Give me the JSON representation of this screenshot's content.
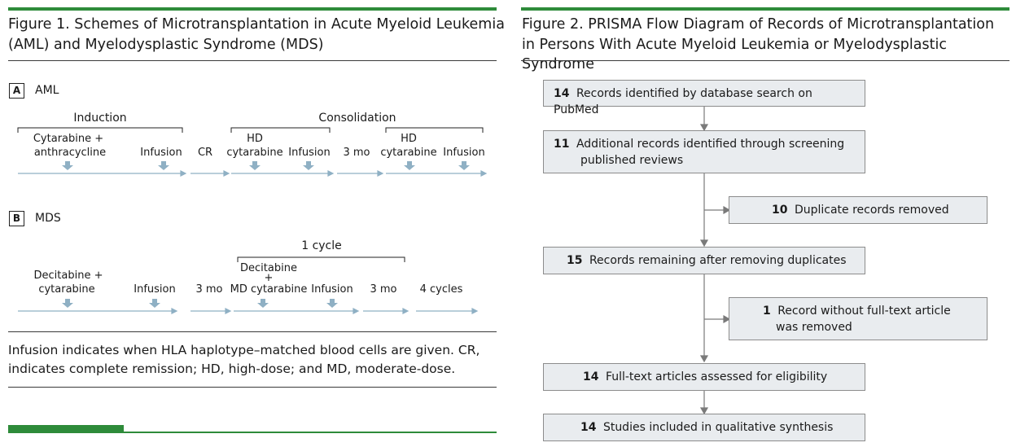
{
  "figure1": {
    "title_line1": "Figure 1. Schemes of Microtransplantation in Acute Myeloid Leukemia",
    "title_line2": "(AML) and Myelodysplastic Syndrome (MDS)",
    "panel_a": {
      "tag": "A",
      "label": "AML",
      "bracket_induction": "Induction",
      "bracket_consolidation": "Consolidation",
      "steps": [
        "Cytarabine +",
        "anthracycline",
        "Infusion",
        "CR",
        "HD",
        "cytarabine",
        "Infusion",
        "3 mo",
        "HD",
        "cytarabine",
        "Infusion"
      ]
    },
    "panel_b": {
      "tag": "B",
      "label": "MDS",
      "bracket_cycle": "1 cycle",
      "steps": [
        "Decitabine +",
        "cytarabine",
        "Infusion",
        "3 mo",
        "Decitabine",
        "+",
        "MD cytarabine",
        "Infusion",
        "3 mo",
        "4 cycles"
      ]
    },
    "caption_line1": "Infusion indicates when HLA haplotype–matched blood cells are given. CR,",
    "caption_line2": "indicates complete remission; HD, high-dose; and MD, moderate-dose."
  },
  "figure2": {
    "title_line1": "Figure 2. PRISMA Flow Diagram of Records of Microtransplantation",
    "title_line2": "in Persons With Acute Myeloid Leukemia or Myelodysplastic Syndrome",
    "boxes": [
      {
        "num": "14",
        "text": "Records identified by database search on PubMed"
      },
      {
        "num": "11",
        "text": "Additional records identified through screening",
        "text2": "published reviews"
      },
      {
        "num": "10",
        "text": "Duplicate records removed"
      },
      {
        "num": "15",
        "text": "Records remaining after removing duplicates"
      },
      {
        "num": "1",
        "text": "Record without full-text article",
        "text2": "was removed"
      },
      {
        "num": "14",
        "text": "Full-text articles assessed for eligibility"
      },
      {
        "num": "14",
        "text": "Studies included in qualitative synthesis"
      }
    ]
  },
  "colors": {
    "green": "#2e8b3a",
    "arrow_blue": "#8fb0c4",
    "box_fill": "#e9ecef"
  },
  "icons": {
    "down_arrow": "down-arrow-icon",
    "timeline_arrow": "arrow-right-icon"
  }
}
